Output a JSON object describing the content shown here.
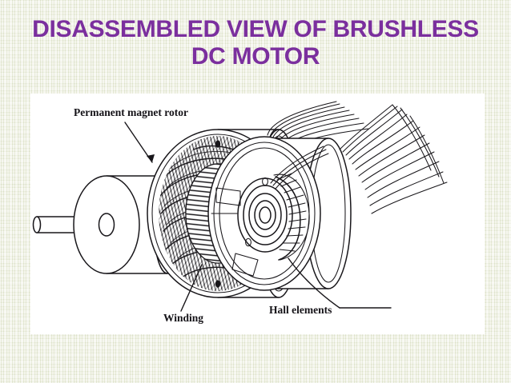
{
  "slide": {
    "title_lines": [
      "DISASSEMBLED VIEW OF BRUSHLESS",
      "DC MOTOR"
    ],
    "title_color": "#7b2f9e",
    "background_color": "#e9ecda",
    "panel_color": "#ffffff"
  },
  "figure": {
    "alt": "Line drawing of a brushless DC motor shown disassembled into three parts",
    "line_color": "#18161a",
    "callouts": [
      {
        "id": "permanent-magnet-rotor",
        "label": "Permanent magnet rotor"
      },
      {
        "id": "winding",
        "label": "Winding"
      },
      {
        "id": "hall-elements",
        "label": "Hall elements"
      }
    ],
    "components": [
      {
        "id": "rotor-shaft",
        "name": "rotor shaft"
      },
      {
        "id": "permanent-magnet-rotor-body",
        "name": "permanent magnet rotor"
      },
      {
        "id": "stator-assembly",
        "name": "wound stator housing"
      },
      {
        "id": "end-bell-hall-assembly",
        "name": "end bell with hall elements"
      },
      {
        "id": "stator-lead-wires",
        "name": "stator lead wire bundle"
      },
      {
        "id": "hall-lead-wires",
        "name": "hall sensor lead wire bundle"
      }
    ]
  }
}
